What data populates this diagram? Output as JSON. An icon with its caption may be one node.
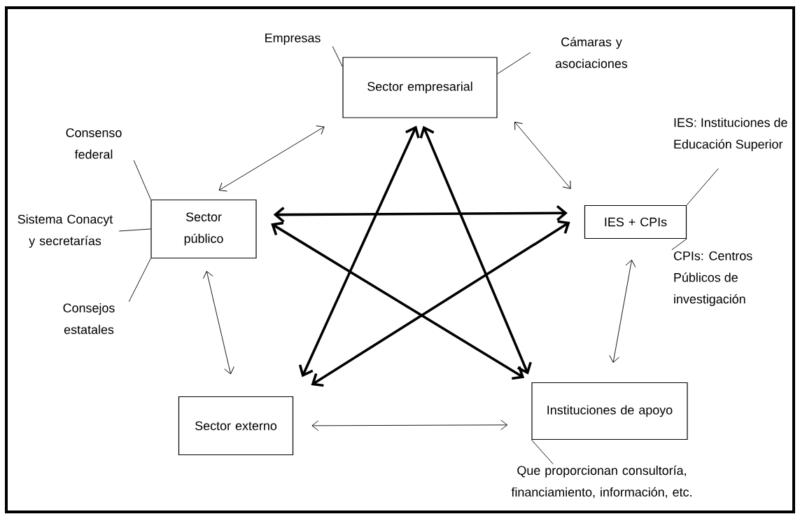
{
  "diagram": {
    "nodes": [
      {
        "text": [
          "Empresas"
        ]
      },
      {
        "text": [
          "Sector empresarial"
        ]
      },
      {
        "text": [
          "Cámaras y asociaciones"
        ]
      },
      {
        "text": [
          "IES: Instituciones de Educación Superior"
        ]
      },
      {
        "text": [
          "Consenso federal"
        ]
      },
      {
        "text": [
          "Sector público"
        ]
      },
      {
        "text": [
          "Sistema Conacyt y secretarías"
        ]
      },
      {
        "text": [
          "IES + CPIs"
        ]
      },
      {
        "text": [
          "CPIs: Centros Públicos de investigación"
        ]
      },
      {
        "text": [
          "Consejos estatales"
        ]
      },
      {
        "text": [
          "Sector externo"
        ]
      },
      {
        "text": [
          "Instituciones de apoyo"
        ]
      },
      {
        "text": [
          "Que proporcionan consultoría, financiamiento, información, etc."
        ]
      }
    ],
    "edges": [
      {
        "from": 0,
        "to": 1,
        "arrow": "none"
      },
      {
        "from": 2,
        "to": 1,
        "arrow": "none"
      },
      {
        "from": 4,
        "to": 5,
        "arrow": "none"
      },
      {
        "from": 6,
        "to": 5,
        "arrow": "none"
      },
      {
        "from": 9,
        "to": 5,
        "arrow": "none"
      },
      {
        "from": 3,
        "to": 7,
        "arrow": "none"
      },
      {
        "from": 8,
        "to": 7,
        "arrow": "none"
      },
      {
        "from": 12,
        "to": 11,
        "arrow": "none"
      },
      {
        "from": 5,
        "to": 1,
        "arrow": "both"
      },
      {
        "from": 1,
        "to": 7,
        "arrow": "both"
      },
      {
        "from": 7,
        "to": 11,
        "arrow": "both"
      },
      {
        "from": 11,
        "to": 10,
        "arrow": "both"
      },
      {
        "from": 5,
        "to": 10,
        "arrow": "both"
      },
      {
        "from": 5,
        "to": 7,
        "arrow": "both",
        "style": "thick"
      },
      {
        "from": 5,
        "to": 11,
        "arrow": "both",
        "style": "thick"
      },
      {
        "from": 1,
        "to": 10,
        "arrow": "both",
        "style": "thick"
      },
      {
        "from": 1,
        "to": 11,
        "arrow": "both",
        "style": "thick"
      },
      {
        "from": 7,
        "to": 10,
        "arrow": "both",
        "style": "thick"
      }
    ]
  }
}
